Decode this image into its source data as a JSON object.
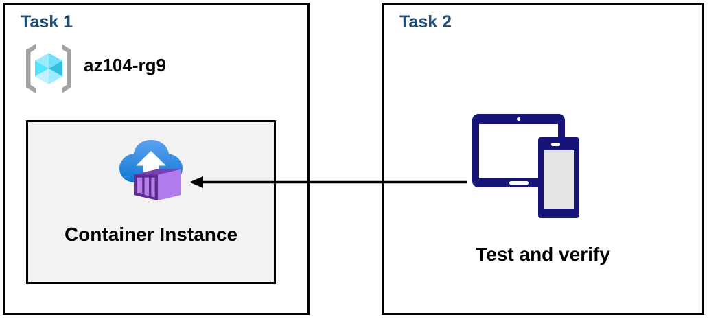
{
  "diagram": {
    "title": "Azure Container Instance task diagram",
    "colors": {
      "task_label": "#1F4E79",
      "box_border": "#000000",
      "panel_fill": "#F2F2F2",
      "device_navy": "#161478",
      "cloud_blue_light": "#5EA0EF",
      "cloud_blue_dark": "#0078D4",
      "container_purple_light": "#B07CEC",
      "container_purple_dark": "#5C2E91",
      "cube_cyan": "#50E6FF",
      "bracket_gray": "#A3A3A3",
      "arrow": "#000000"
    },
    "tasks": [
      {
        "label": "Task 1",
        "resource_group": {
          "name": "az104-rg9",
          "icon": "resource-group-icon"
        },
        "panel": {
          "label": "Container Instance",
          "icon": "container-instance-icon"
        }
      },
      {
        "label": "Task 2",
        "panel": {
          "label": "Test and verify",
          "icon": "devices-tablet-phone-icon"
        }
      }
    ],
    "arrow": {
      "name": "flow-arrow",
      "direction": "right-to-left",
      "from": "Test and verify",
      "to": "Container Instance"
    }
  }
}
